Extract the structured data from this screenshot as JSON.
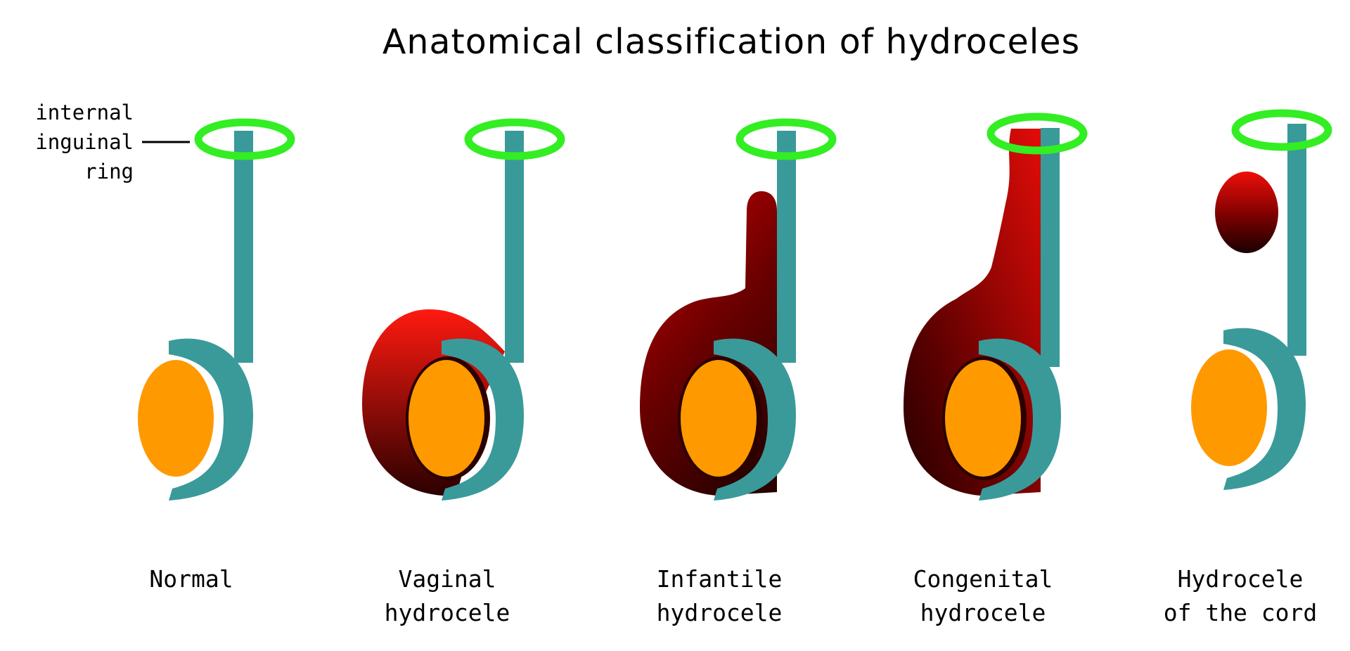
{
  "title": "Anatomical classification of hydroceles",
  "ring_label": {
    "line1": "internal",
    "line2": "inguinal",
    "line3": "ring"
  },
  "panels": [
    {
      "line1": "Normal",
      "line2": ""
    },
    {
      "line1": "Vaginal",
      "line2": "hydrocele"
    },
    {
      "line1": "Infantile",
      "line2": "hydrocele"
    },
    {
      "line1": "Congenital",
      "line2": "hydrocele"
    },
    {
      "line1": "Hydrocele",
      "line2": "of the cord"
    }
  ],
  "colors": {
    "ring": "#33ee22",
    "cord": "#3a9a9a",
    "testis": "#ff9900",
    "fluid_light": "#ff1a10",
    "fluid_dark": "#2a0000"
  }
}
